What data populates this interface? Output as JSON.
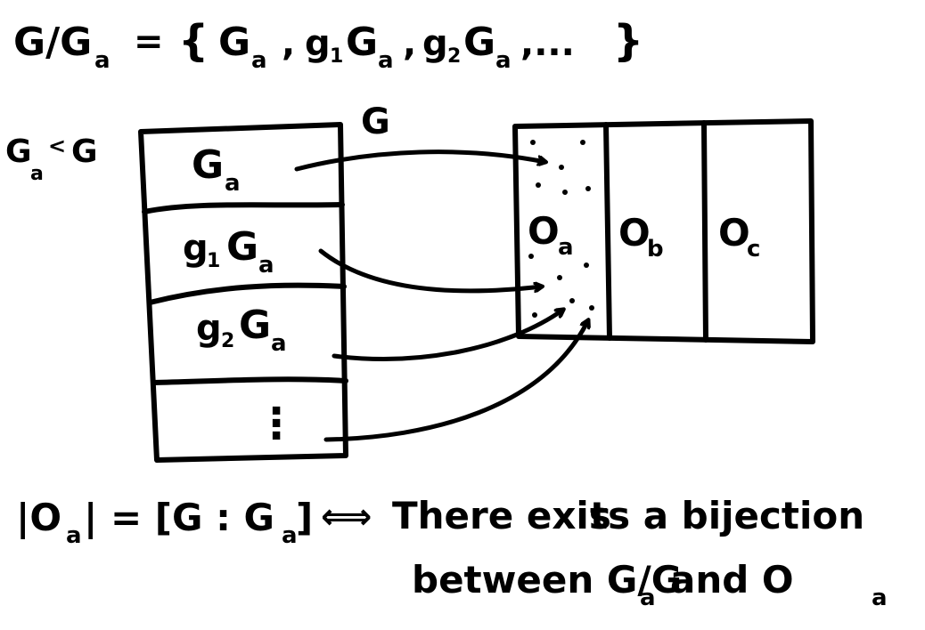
{
  "header_equation": {
    "lhs": "G/G",
    "lhs_sub": "a",
    "equals": "=",
    "set_open": "{",
    "items": [
      {
        "main": "G",
        "sub": "a"
      },
      {
        "main": "g",
        "sub1": "1",
        "main2": "G",
        "sub": "a"
      },
      {
        "main": "g",
        "sub1": "2",
        "main2": "G",
        "sub": "a"
      }
    ],
    "ellipsis": ",...",
    "set_close": "}"
  },
  "subgroup_label": {
    "main": "G",
    "sub": "a",
    "rel": "<",
    "rhs": "G"
  },
  "group_label": "G",
  "cosets": [
    {
      "main": "G",
      "sub": "a"
    },
    {
      "main": "g",
      "sub1": "1",
      "main2": "G",
      "sub": "a"
    },
    {
      "main": "g",
      "sub1": "2",
      "main2": "G",
      "sub": "a"
    },
    {
      "main": "⋮"
    }
  ],
  "orbits": [
    {
      "main": "O",
      "sub": "a"
    },
    {
      "main": "O",
      "sub": "b"
    },
    {
      "main": "O",
      "sub": "c"
    }
  ],
  "bottom": {
    "formula_left": "|O",
    "formula_left_sub": "a",
    "formula_mid": "| = [G : G",
    "formula_mid_sub": "a",
    "formula_right": "]",
    "iff": "⟺",
    "line1": "There exis",
    "line1_b": "ts a bijection",
    "line2": "between G/G",
    "line2_sub": "a",
    "line2_end": "and O",
    "line2_end_sub": "a"
  }
}
